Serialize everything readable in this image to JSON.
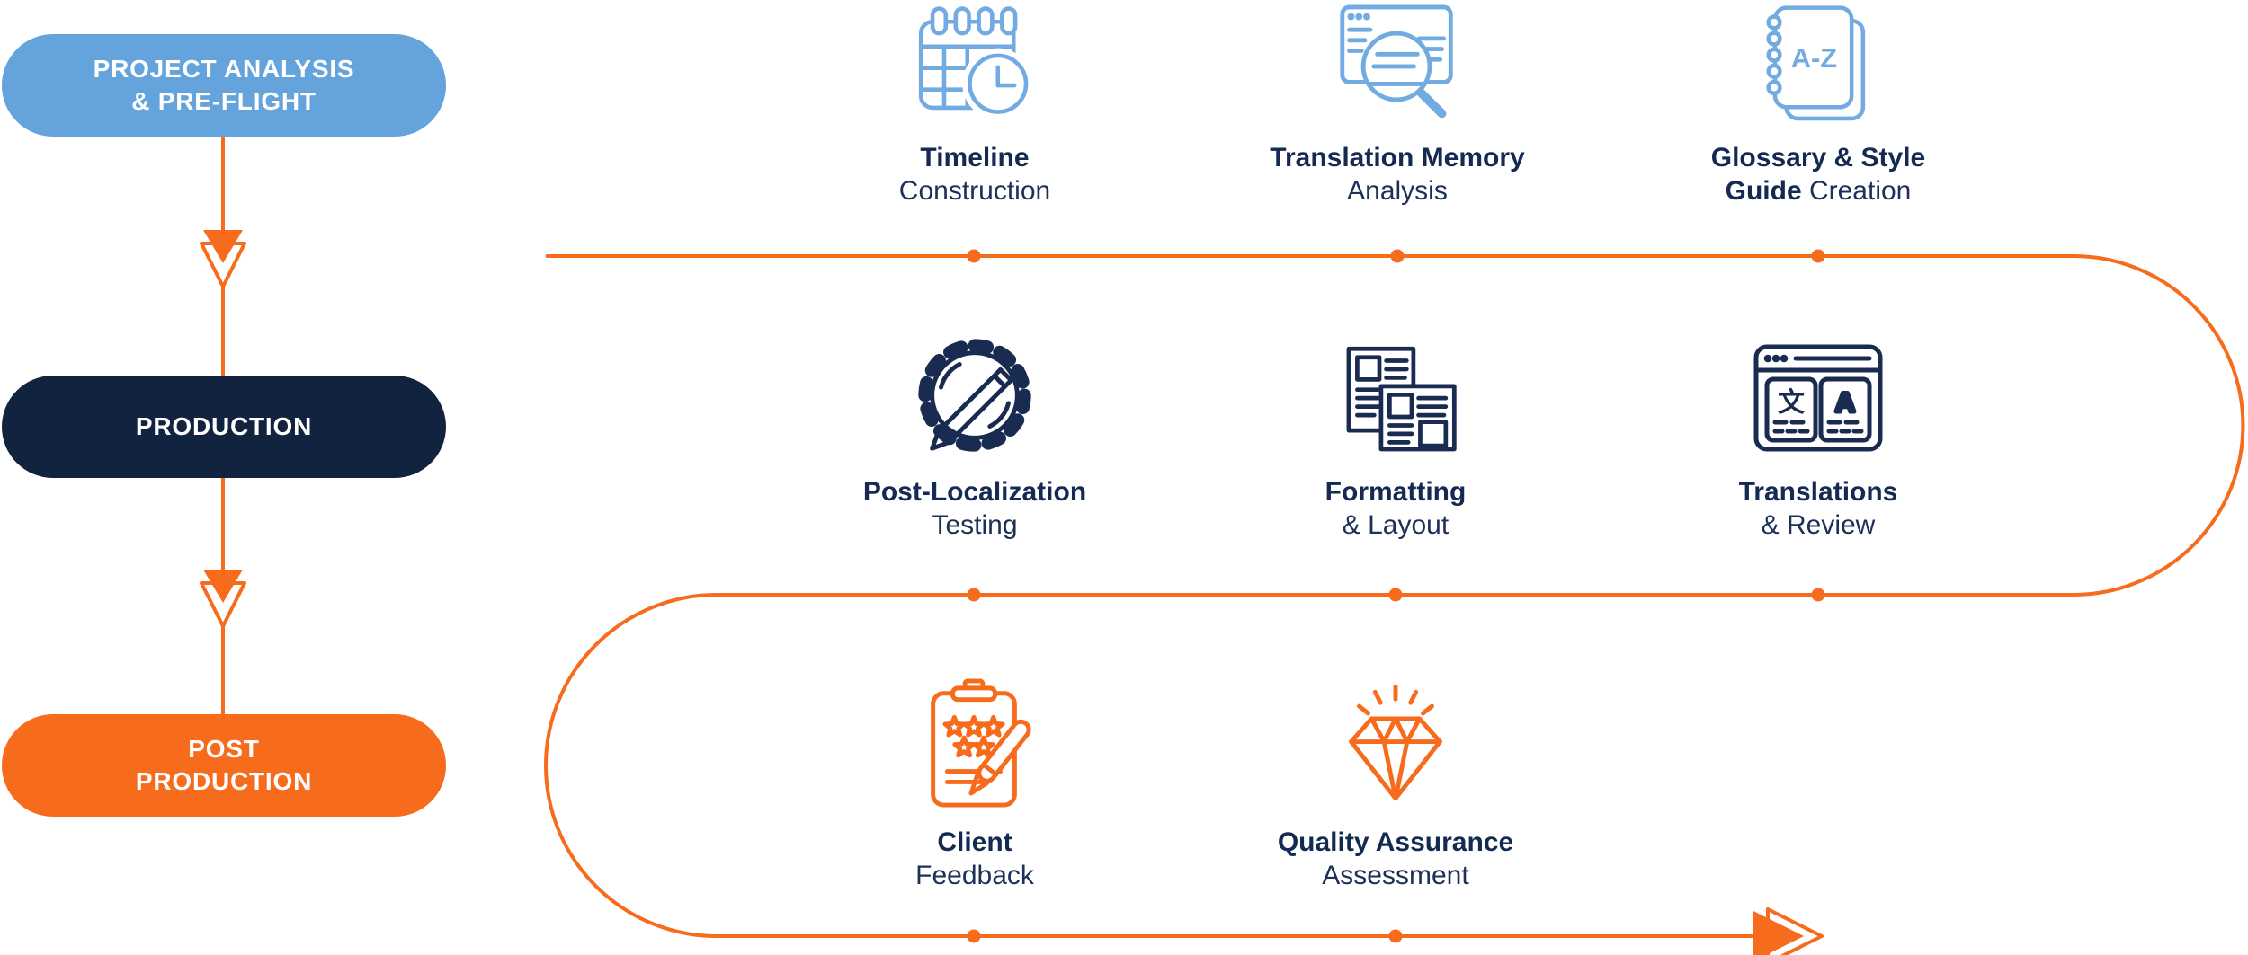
{
  "colors": {
    "accent_orange": "#f76b1c",
    "light_blue": "#64a3dc",
    "navy": "#12233f",
    "text_navy": "#142a53",
    "icon_light_blue": "#72abe2",
    "icon_navy": "#1a2b52"
  },
  "phases": [
    {
      "id": "project-analysis",
      "line1": "PROJECT ANALYSIS",
      "line2": "& PRE-FLIGHT"
    },
    {
      "id": "production",
      "line1": "PRODUCTION"
    },
    {
      "id": "post-production",
      "line1": "POST",
      "line2": "PRODUCTION"
    }
  ],
  "stations": [
    {
      "icon": "calendar-clock-icon",
      "title": "Timeline",
      "subtitle_bold": "",
      "subtitle": "Construction"
    },
    {
      "icon": "document-magnifier-icon",
      "title": "Translation Memory",
      "subtitle_bold": "",
      "subtitle": "Analysis"
    },
    {
      "icon": "az-notebook-icon",
      "title": "Glossary & Style",
      "subtitle_bold": "Guide ",
      "subtitle": "Creation",
      "icon_text": "A-Z"
    },
    {
      "icon": "gear-pencil-icon",
      "title": "Post-Localization",
      "subtitle_bold": "",
      "subtitle": "Testing"
    },
    {
      "icon": "layout-pages-icon",
      "title": "Formatting",
      "subtitle_bold": "",
      "subtitle": "& Layout"
    },
    {
      "icon": "translation-panels-icon",
      "title": "Translations",
      "subtitle_bold": "",
      "subtitle": "& Review",
      "icon_text_left": "文",
      "icon_text_right": "A"
    },
    {
      "icon": "feedback-clipboard-icon",
      "title": "Client",
      "subtitle_bold": "",
      "subtitle": "Feedback"
    },
    {
      "icon": "diamond-icon",
      "title": "Quality Assurance",
      "subtitle_bold": "",
      "subtitle": "Assessment"
    }
  ]
}
